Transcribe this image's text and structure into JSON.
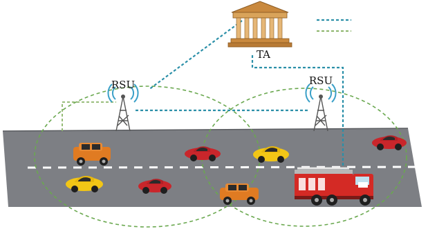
{
  "labels": {
    "authority": "TA",
    "rsu_left": "RSU",
    "rsu_right": "RSU"
  },
  "legend": {
    "wired_line_color": "#2a8fa8",
    "wireless_line_color": "#8bb46a"
  },
  "colors": {
    "road": "#7d7f84",
    "lane_marking": "#ffffff",
    "coverage_circle": "#6aa84f",
    "building": "#d9a35a"
  },
  "icons": [
    "building-icon",
    "rsu-tower-icon",
    "suv-icon",
    "compact-car-icon",
    "sedan-icon",
    "fire-truck-icon"
  ]
}
